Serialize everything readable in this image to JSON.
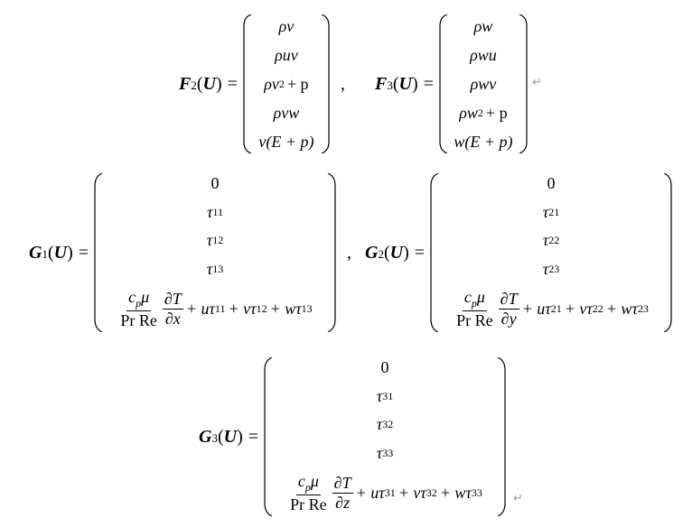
{
  "F2": {
    "symbol": "F",
    "index": "2",
    "arg": "U",
    "rows": [
      "ρv",
      "ρuv",
      "ρv",
      "2",
      "+ p",
      "ρvw",
      "v(E + p)"
    ],
    "comma": ","
  },
  "F3": {
    "symbol": "F",
    "index": "3",
    "arg": "U",
    "rows": [
      "ρw",
      "ρwu",
      "ρwv",
      "ρw",
      "2",
      "+ p",
      "w(E + p)"
    ]
  },
  "G1": {
    "symbol": "G",
    "index": "1",
    "arg": "U",
    "zero": "0",
    "tau": [
      "11",
      "12",
      "13"
    ],
    "frac_num_c": "c",
    "frac_num_p": "p",
    "frac_num_mu": "μ",
    "frac_den": "Pr Re",
    "deriv_num": "∂T",
    "deriv_den": "∂x",
    "tail": [
      "+ u",
      "11",
      "+ v",
      "12",
      "+ w",
      "13"
    ],
    "comma": ","
  },
  "G2": {
    "symbol": "G",
    "index": "2",
    "arg": "U",
    "zero": "0",
    "tau": [
      "21",
      "22",
      "23"
    ],
    "frac_num_c": "c",
    "frac_num_p": "p",
    "frac_num_mu": "μ",
    "frac_den": "Pr Re",
    "deriv_num": "∂T",
    "deriv_den": "∂y",
    "tail": [
      "+ u",
      "21",
      "+ v",
      "22",
      "+ w",
      "23"
    ]
  },
  "G3": {
    "symbol": "G",
    "index": "3",
    "arg": "U",
    "zero": "0",
    "tau": [
      "31",
      "32",
      "33"
    ],
    "frac_num_c": "c",
    "frac_num_p": "p",
    "frac_num_mu": "μ",
    "frac_den": "Pr Re",
    "deriv_num": "∂T",
    "deriv_den": "∂z",
    "tail": [
      "+ u",
      "31",
      "+ v",
      "32",
      "+ w",
      "33"
    ]
  },
  "symbols": {
    "equals": "=",
    "tau": "τ",
    "paren_open": "(",
    "paren_close": ")",
    "return_mark": "↵"
  }
}
